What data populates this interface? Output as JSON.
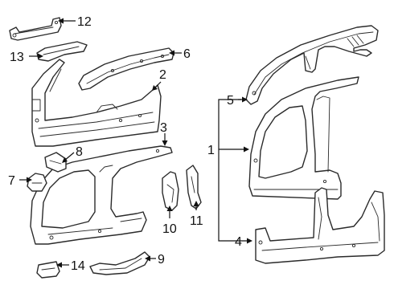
{
  "callouts": {
    "c1": "1",
    "c2": "2",
    "c3": "3",
    "c4": "4",
    "c5": "5",
    "c6": "6",
    "c7": "7",
    "c8": "8",
    "c9": "9",
    "c10": "10",
    "c11": "11",
    "c12": "12",
    "c13": "13",
    "c14": "14"
  },
  "colors": {
    "line": "#2a2a2a",
    "background": "#ffffff"
  }
}
